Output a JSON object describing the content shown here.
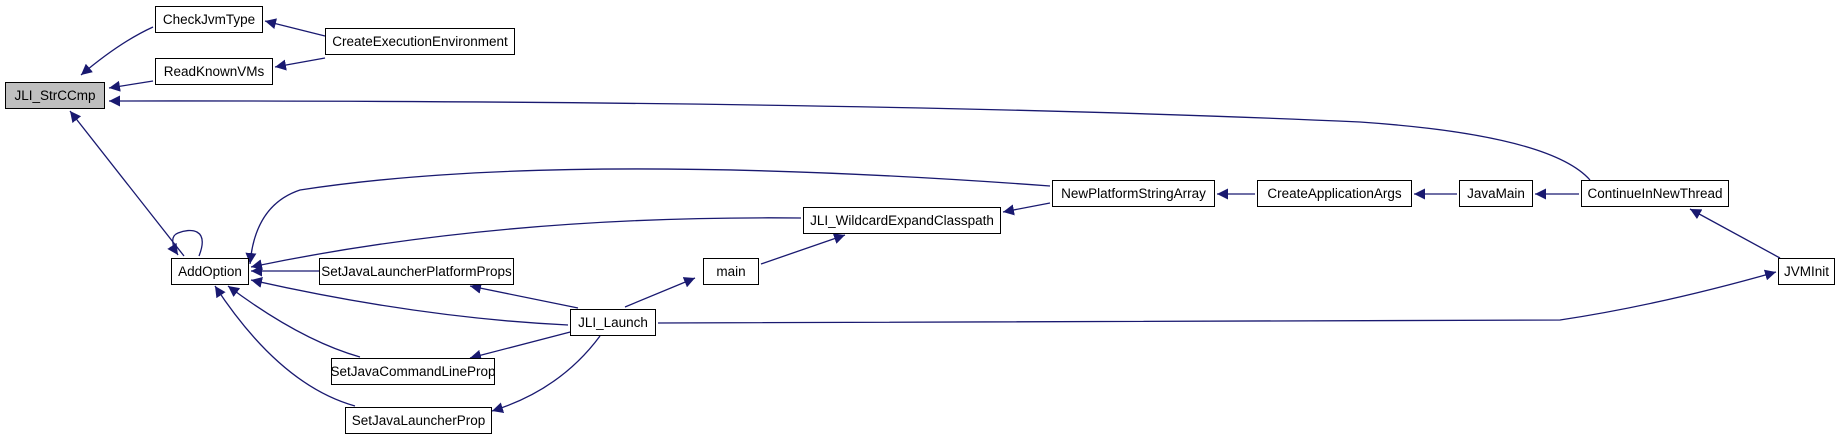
{
  "graph": {
    "root": "JLI_StrCCmp",
    "colors": {
      "edge": "#191970",
      "node_border": "#000000",
      "root_fill": "#bfbfbf",
      "node_fill": "#ffffff"
    },
    "nodes": [
      {
        "id": "jli_strccmp",
        "label": "JLI_StrCCmp",
        "root": true
      },
      {
        "id": "checkjvmtype",
        "label": "CheckJvmType"
      },
      {
        "id": "readknownvms",
        "label": "ReadKnownVMs"
      },
      {
        "id": "createexecutionenvironment",
        "label": "CreateExecutionEnvironment"
      },
      {
        "id": "addoption",
        "label": "AddOption"
      },
      {
        "id": "setjavalauncherplatformprops",
        "label": "SetJavaLauncherPlatformProps"
      },
      {
        "id": "setjavacommandlineprop",
        "label": "SetJavaCommandLineProp"
      },
      {
        "id": "setjavalauncherprop",
        "label": "SetJavaLauncherProp"
      },
      {
        "id": "main",
        "label": "main"
      },
      {
        "id": "jli_launch",
        "label": "JLI_Launch"
      },
      {
        "id": "jli_wildcardexpandclasspath",
        "label": "JLI_WildcardExpandClasspath"
      },
      {
        "id": "newplatformstringarray",
        "label": "NewPlatformStringArray"
      },
      {
        "id": "createapplicationargs",
        "label": "CreateApplicationArgs"
      },
      {
        "id": "javamain",
        "label": "JavaMain"
      },
      {
        "id": "continueinnewthread",
        "label": "ContinueInNewThread"
      },
      {
        "id": "jvminit",
        "label": "JVMInit"
      }
    ],
    "edges": [
      {
        "from": "checkjvmtype",
        "to": "jli_strccmp"
      },
      {
        "from": "readknownvms",
        "to": "jli_strccmp"
      },
      {
        "from": "continueinnewthread",
        "to": "jli_strccmp"
      },
      {
        "from": "addoption",
        "to": "jli_strccmp"
      },
      {
        "from": "createexecutionenvironment",
        "to": "checkjvmtype"
      },
      {
        "from": "createexecutionenvironment",
        "to": "readknownvms"
      },
      {
        "from": "addoption",
        "to": "addoption"
      },
      {
        "from": "newplatformstringarray",
        "to": "addoption"
      },
      {
        "from": "jli_wildcardexpandclasspath",
        "to": "addoption"
      },
      {
        "from": "setjavalauncherplatformprops",
        "to": "addoption"
      },
      {
        "from": "jli_launch",
        "to": "addoption"
      },
      {
        "from": "setjavacommandlineprop",
        "to": "addoption"
      },
      {
        "from": "setjavalauncherprop",
        "to": "addoption"
      },
      {
        "from": "jli_launch",
        "to": "setjavalauncherplatformprops"
      },
      {
        "from": "jli_launch",
        "to": "setjavacommandlineprop"
      },
      {
        "from": "jli_launch",
        "to": "setjavalauncherprop"
      },
      {
        "from": "jli_launch",
        "to": "main"
      },
      {
        "from": "main",
        "to": "jli_wildcardexpandclasspath"
      },
      {
        "from": "newplatformstringarray",
        "to": "jli_wildcardexpandclasspath"
      },
      {
        "from": "createapplicationargs",
        "to": "newplatformstringarray"
      },
      {
        "from": "javamain",
        "to": "createapplicationargs"
      },
      {
        "from": "continueinnewthread",
        "to": "javamain"
      },
      {
        "from": "jvminit",
        "to": "continueinnewthread"
      },
      {
        "from": "jli_launch",
        "to": "jvminit"
      }
    ]
  }
}
